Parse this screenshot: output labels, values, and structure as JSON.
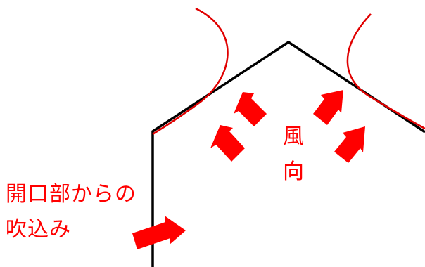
{
  "labels": {
    "wind_direction_line1": "風",
    "wind_direction_line2": "向",
    "opening_line1": "開口部からの",
    "opening_line2": "吹込み"
  },
  "colors": {
    "accent": "#ff0000",
    "outline": "#000000",
    "background": "#ffffff"
  }
}
